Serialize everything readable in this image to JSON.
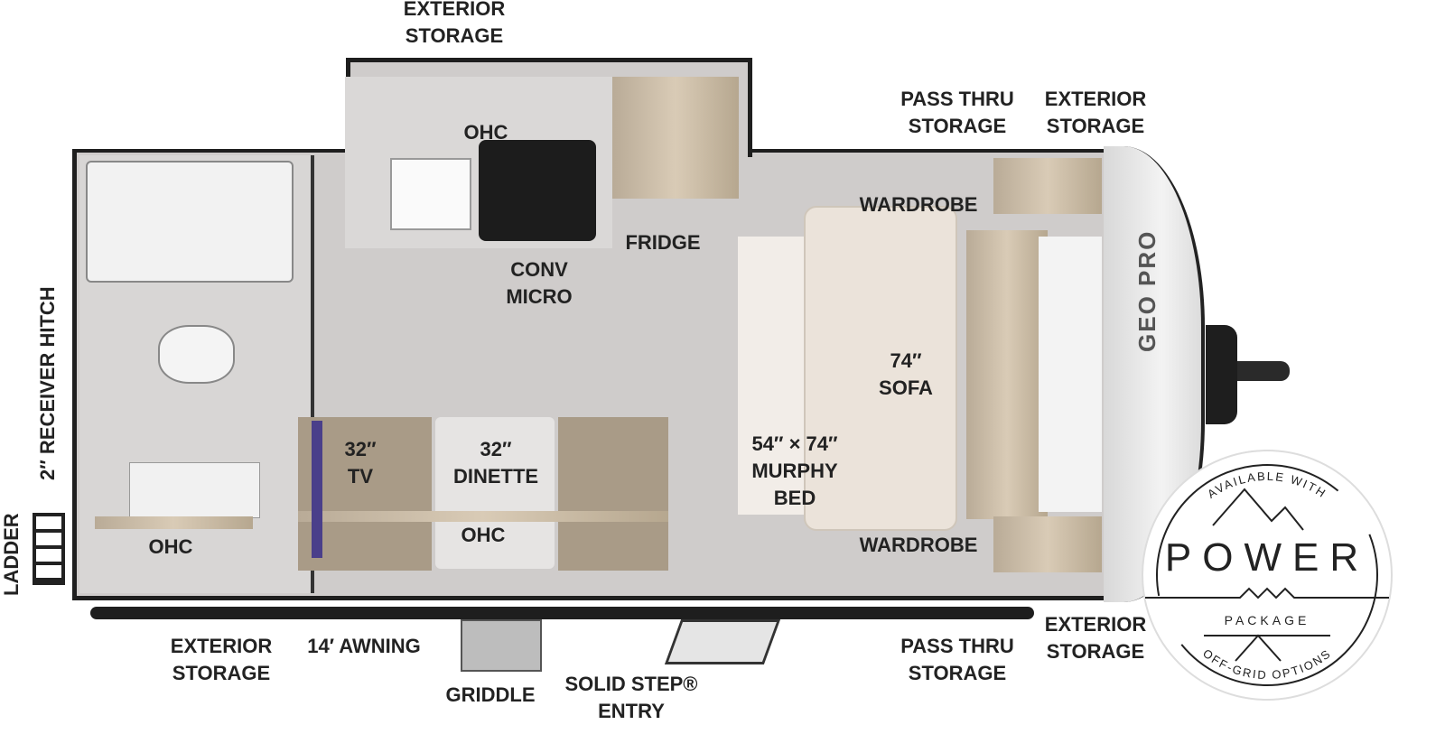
{
  "labels": {
    "exterior_storage_top": [
      "EXTERIOR",
      "STORAGE"
    ],
    "pass_thru_storage_top": [
      "PASS THRU",
      "STORAGE"
    ],
    "exterior_storage_top_right": [
      "EXTERIOR",
      "STORAGE"
    ],
    "ohc_kitchen": "OHC",
    "fridge": "FRIDGE",
    "conv_micro": [
      "CONV",
      "MICRO"
    ],
    "wardrobe_top": "WARDROBE",
    "sofa": [
      "74″",
      "SOFA"
    ],
    "murphy_bed": [
      "54″ × 74″",
      "MURPHY",
      "BED"
    ],
    "tv": [
      "32″",
      "TV"
    ],
    "dinette": [
      "32″",
      "DINETTE"
    ],
    "ohc_dinette": "OHC",
    "ohc_bath": "OHC",
    "wardrobe_bottom": "WARDROBE",
    "receiver_hitch": "2″ RECEIVER HITCH",
    "ladder": "LADDER",
    "exterior_storage_bottom_left": [
      "EXTERIOR",
      "STORAGE"
    ],
    "awning": "14′ AWNING",
    "griddle": "GRIDDLE",
    "solid_step_entry": [
      "SOLID STEP®",
      "ENTRY"
    ],
    "pass_thru_storage_bottom": [
      "PASS THRU",
      "STORAGE"
    ],
    "exterior_storage_bottom_right": [
      "EXTERIOR",
      "STORAGE"
    ]
  },
  "brand_logo": "GEO PRO",
  "badge": {
    "top_text": "AVAILABLE WITH",
    "title": "POWER",
    "subtitle": "PACKAGE",
    "bottom_text": "OFF-GRID OPTIONS"
  },
  "colors": {
    "floor": "#cfcccb",
    "wall": "#1e1e1e",
    "wood": "#cdbfa9",
    "sofa": "#ebe3da"
  }
}
